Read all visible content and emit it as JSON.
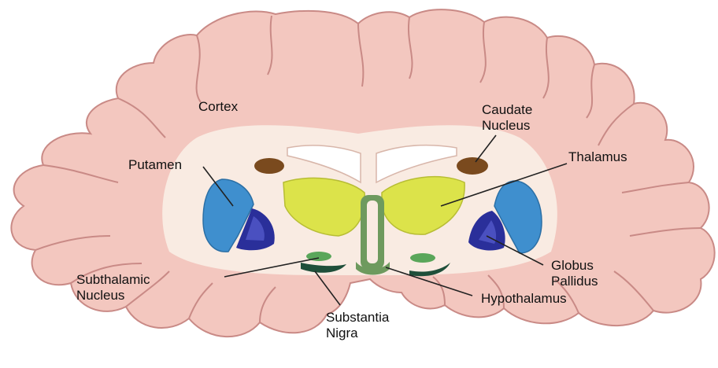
{
  "labels": {
    "cortex": "Cortex",
    "caudate": "Caudate\nNucleus",
    "thalamus": "Thalamus",
    "putamen": "Putamen",
    "globus": "Globus\nPallidus",
    "subthalamic": "Subthalamic\nNucleus",
    "hypothalamus": "Hypothalamus",
    "substantia": "Substantia\nNigra"
  },
  "colors": {
    "cortex_fill": "#f3c7bf",
    "cortex_stroke": "#c98a86",
    "white_matter": "#f9ebe2",
    "ventricle": "#ffffff",
    "caudate": "#7a4a1e",
    "thalamus": "#dce34a",
    "putamen": "#3f8fce",
    "globus": "#2a2f9a",
    "subthalamic": "#5aa65a",
    "substantia": "#1f4f3a",
    "hypothalamus": "#6e9a5e"
  }
}
